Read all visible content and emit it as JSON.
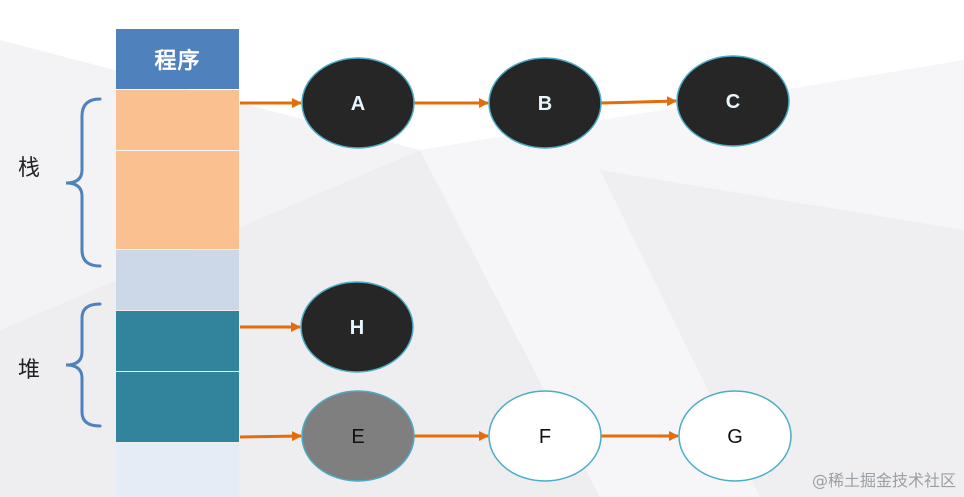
{
  "memory_column": {
    "header_label": "程序",
    "colors": {
      "header": "#4f81bd",
      "stack": "#fac090",
      "gap": "#ccd8e8",
      "heap": "#31849b",
      "free": "#e6ecf5"
    }
  },
  "labels": {
    "stack": "栈",
    "heap": "堆"
  },
  "nodes": [
    {
      "id": "A",
      "label": "A",
      "fill": "#262626",
      "text_color": "#e8f6ff"
    },
    {
      "id": "B",
      "label": "B",
      "fill": "#262626",
      "text_color": "#e8f6ff"
    },
    {
      "id": "C",
      "label": "C",
      "fill": "#262626",
      "text_color": "#e8f6ff"
    },
    {
      "id": "H",
      "label": "H",
      "fill": "#262626",
      "text_color": "#e8f6ff"
    },
    {
      "id": "E",
      "label": "E",
      "fill": "#7f7f7f",
      "text_color": "#111111"
    },
    {
      "id": "F",
      "label": "F",
      "fill": "#ffffff",
      "text_color": "#111111"
    },
    {
      "id": "G",
      "label": "G",
      "fill": "#ffffff",
      "text_color": "#111111"
    }
  ],
  "edges": [
    {
      "from": "stack-slot-1",
      "to": "A"
    },
    {
      "from": "A",
      "to": "B"
    },
    {
      "from": "B",
      "to": "C"
    },
    {
      "from": "heap-slot-1",
      "to": "H"
    },
    {
      "from": "heap-slot-2",
      "to": "E"
    },
    {
      "from": "E",
      "to": "F"
    },
    {
      "from": "F",
      "to": "G"
    }
  ],
  "style": {
    "arrow_color": "#e46c0a",
    "node_stroke": "#4bacc6",
    "bracket_color": "#4f81bd"
  },
  "watermark": "@稀土掘金技术社区"
}
